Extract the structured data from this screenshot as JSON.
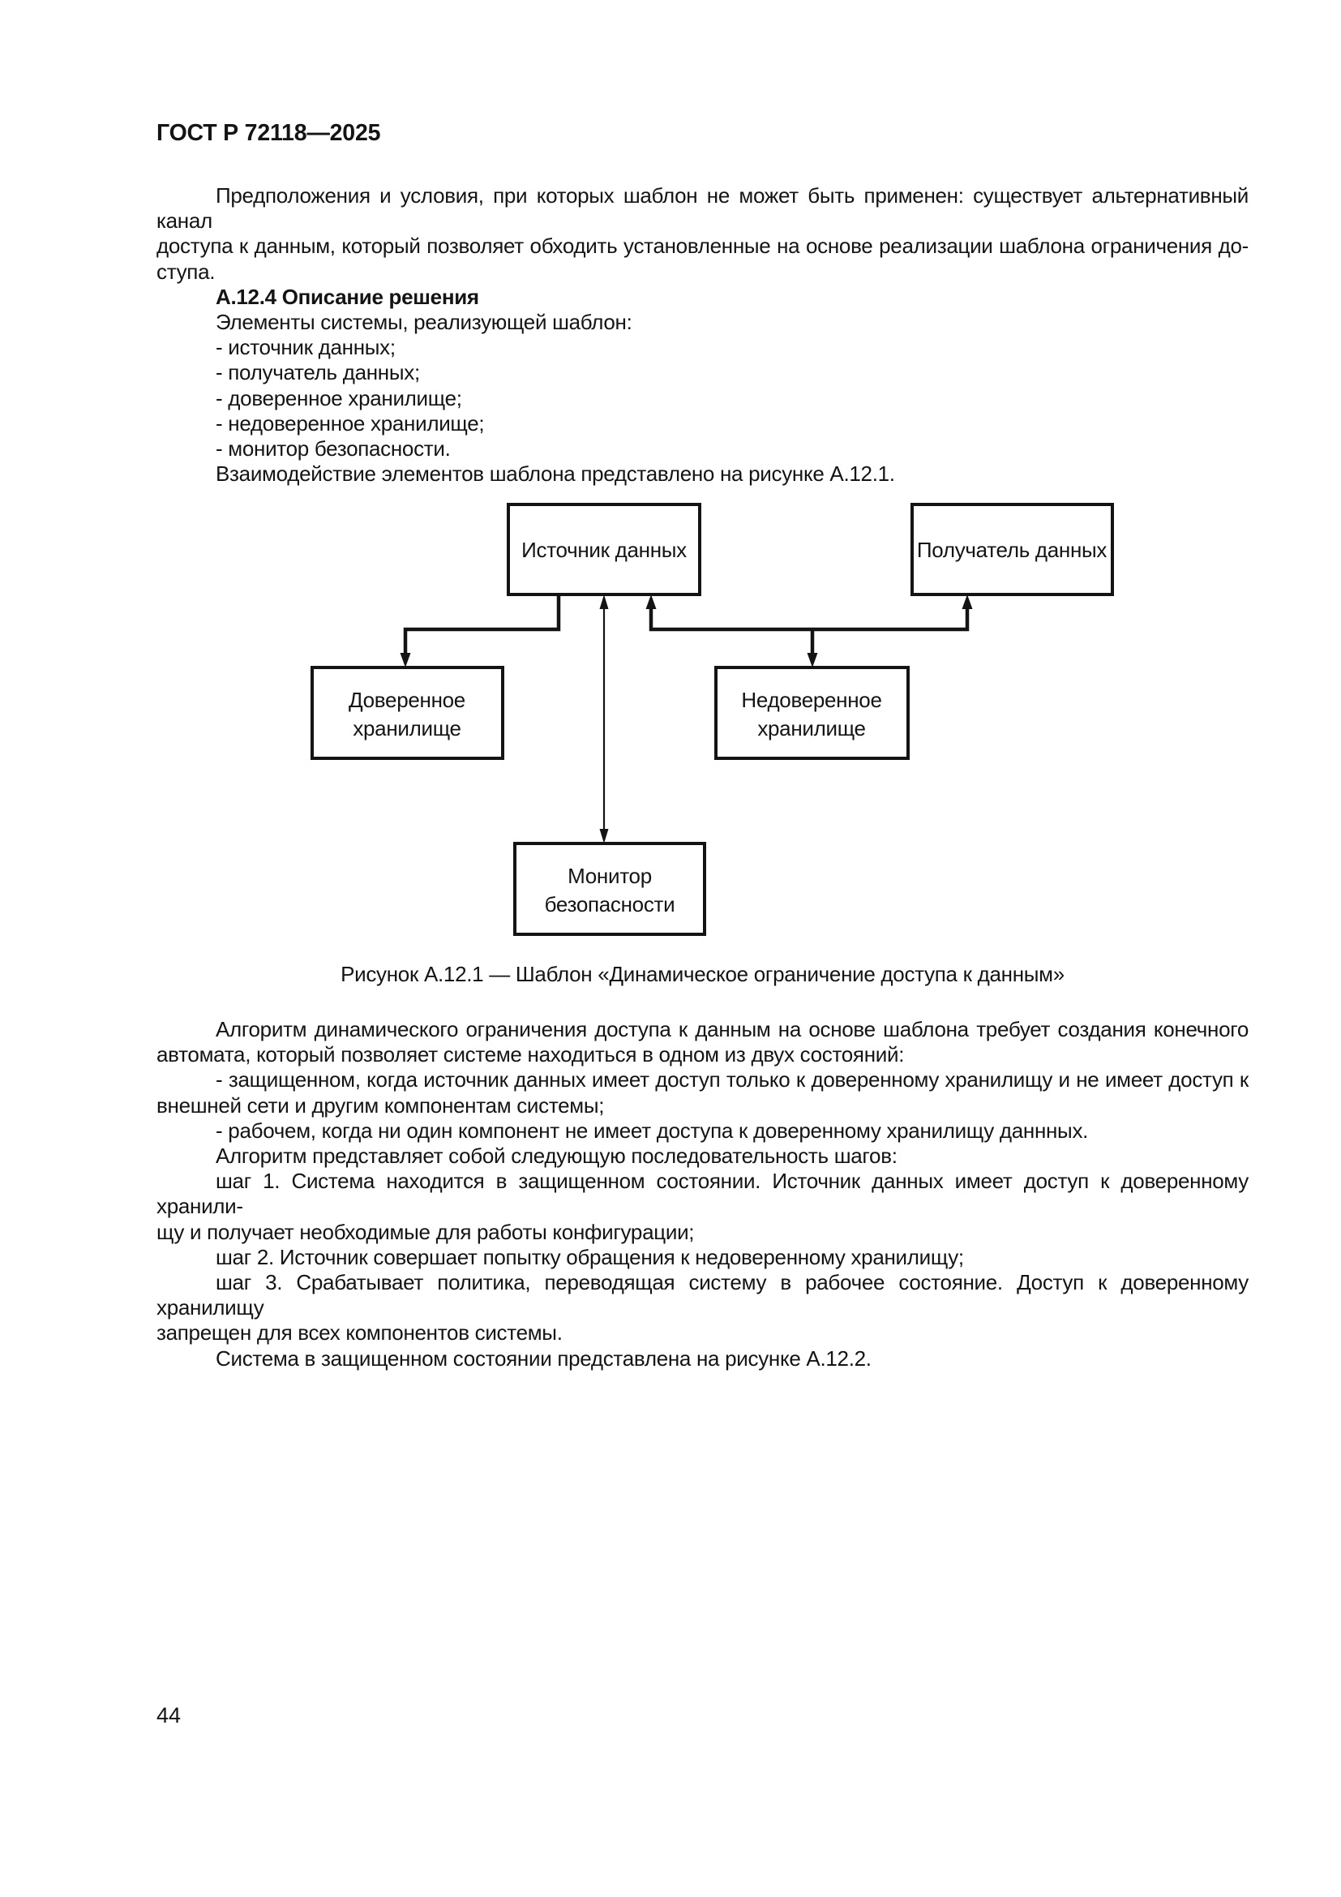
{
  "header": {
    "title": "ГОСТ Р 72118—2025"
  },
  "intro_block": {
    "p1_l1": "Предположения и условия, при которых шаблон не может быть применен: существует альтернативный канал",
    "p1_l2": "доступа к данным, который позволяет обходить установленные на основе реализации шаблона ограничения до-",
    "p1_l3": "ступа.",
    "heading": "А.12.4 Описание решения",
    "elements_intro": "Элементы системы, реализующей шаблон:",
    "items": [
      "- источник данных;",
      "- получатель данных;",
      "- доверенное хранилище;",
      "- недоверенное хранилище;",
      "- монитор безопасности."
    ],
    "interaction": "Взаимодействие элементов шаблона представлено на рисунке А.12.1."
  },
  "figure": {
    "caption": "Рисунок А.12.1 — Шаблон «Динамическое ограничение доступа к данным»",
    "nodes": {
      "source": "Источник данных",
      "receiver": "Получатель данных",
      "trusted_l1": "Доверенное",
      "trusted_l2": "хранилище",
      "untrusted_l1": "Недоверенное",
      "untrusted_l2": "хранилище",
      "monitor_l1": "Монитор",
      "monitor_l2": "безопасности"
    }
  },
  "algorithm_block": {
    "l1": "Алгоритм динамического ограничения доступа к данным на основе шаблона требует создания конечного",
    "l2": "автомата, который позволяет системе находиться в одном из двух состояний:",
    "l3": "- защищенном, когда источник данных имеет доступ только к доверенному хранилищу и не имеет доступ к",
    "l4": "внешней сети и другим компонентам системы;",
    "l5": "- рабочем, когда ни один компонент не имеет доступа к доверенному хранилищу даннных.",
    "l6": "Алгоритм представляет собой следующую последовательность шагов:",
    "l7": "шаг 1. Система находится в защищенном состоянии. Источник данных имеет доступ к доверенному хранили-",
    "l8": "щу и получает необходимые для работы конфигурации;",
    "l9": "шаг 2. Источник совершает попытку обращения к недоверенному хранилищу;",
    "l10": "шаг 3. Срабатывает политика, переводящая систему в рабочее состояние. Доступ к доверенному хранилищу",
    "l11": "запрещен для всех компонентов системы.",
    "l12": "Система в защищенном состоянии представлена на рисунке А.12.2."
  },
  "footer": {
    "page_number": "44"
  },
  "colors": {
    "ink": "#141414",
    "paper": "#ffffff"
  }
}
